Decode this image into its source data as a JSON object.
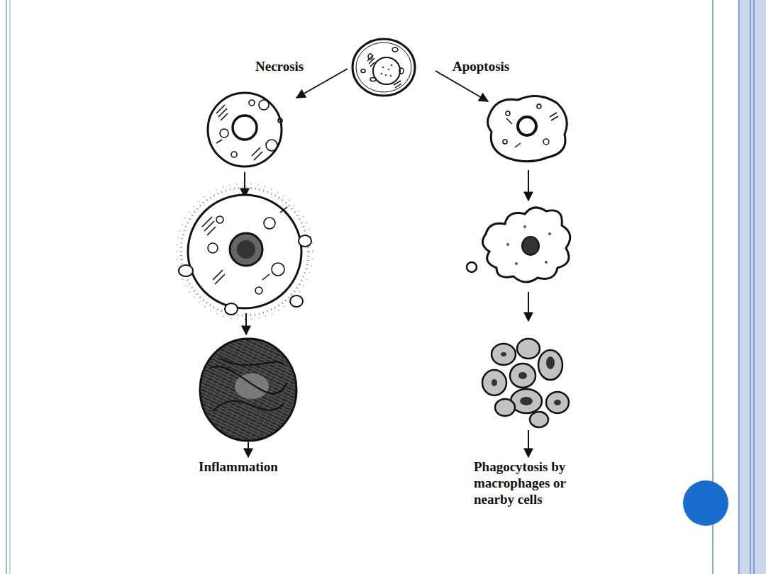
{
  "diagram": {
    "labels": [
      "Necrosis",
      "Apoptosis",
      "Inflammation",
      "Phagocytosis by macrophages or nearby cells"
    ]
  }
}
